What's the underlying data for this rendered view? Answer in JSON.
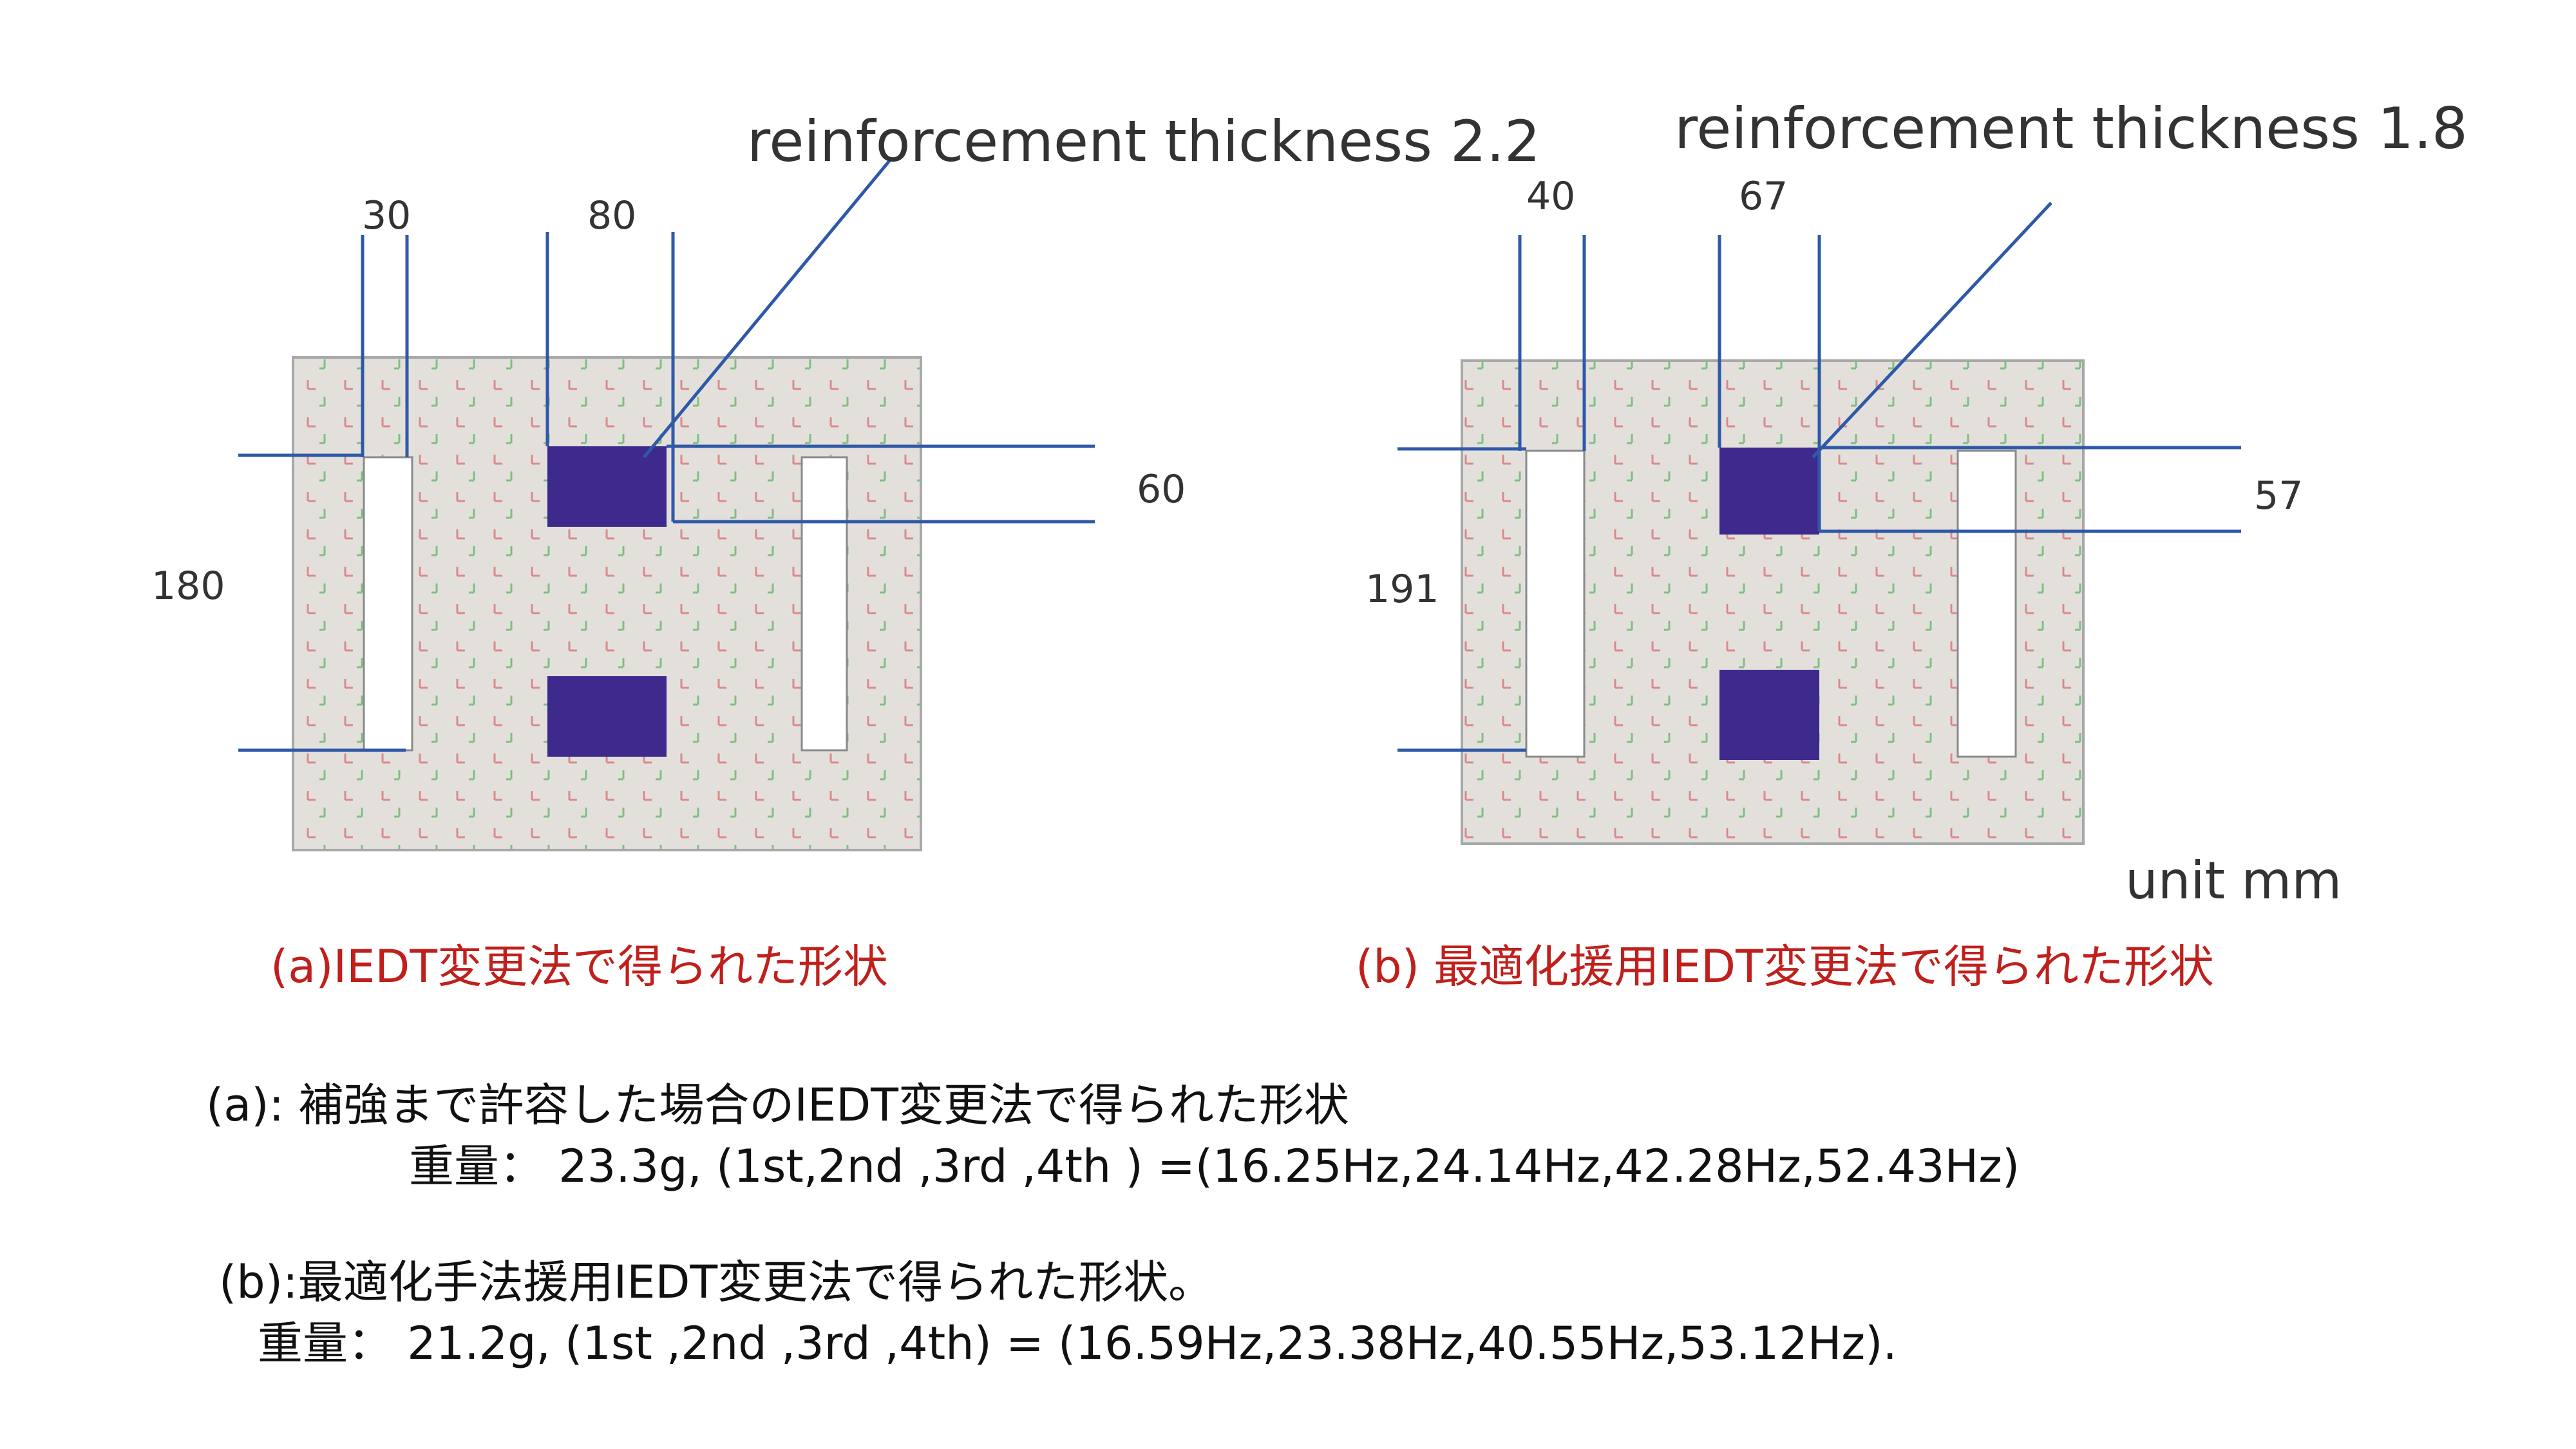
{
  "panel_a": {
    "reinforcement_label": "reinforcement thickness 2.2",
    "dim_slot_width": "30",
    "dim_block_width": "80",
    "dim_block_height": "60",
    "dim_slot_height": "180",
    "caption": "(a)IEDT変更法で得られた形状"
  },
  "panel_b": {
    "reinforcement_label": "reinforcement thickness 1.8",
    "dim_slot_width": "40",
    "dim_block_width": "67",
    "dim_block_height": "57",
    "dim_slot_height": "191",
    "caption": "(b) 最適化援用IEDT変更法で得られた形状"
  },
  "unit_label": "unit mm",
  "description": {
    "a_title": "(a): 補強まで許容した場合のIEDT変更法で得られた形状",
    "a_detail": "重量： 23.3g, (1st,2nd ,3rd ,4th ) =(16.25Hz,24.14Hz,42.28Hz,52.43Hz)",
    "b_title": "(b):最適化手法援用IEDT変更法で得られた形状。",
    "b_detail": "重量： 21.2g, (1st ,2nd ,3rd ,4th) = (16.59Hz,23.38Hz,40.55Hz,53.12Hz)."
  },
  "colors": {
    "plate_fill": "#e3e0dc",
    "plate_border": "#a8a8a8",
    "reinforcement_fill": "#3d2a8c",
    "leader_line": "#2f59a8",
    "caption_text": "#c0201c",
    "mesh_red": "#d98a8a",
    "mesh_green": "#7fbf7f"
  }
}
